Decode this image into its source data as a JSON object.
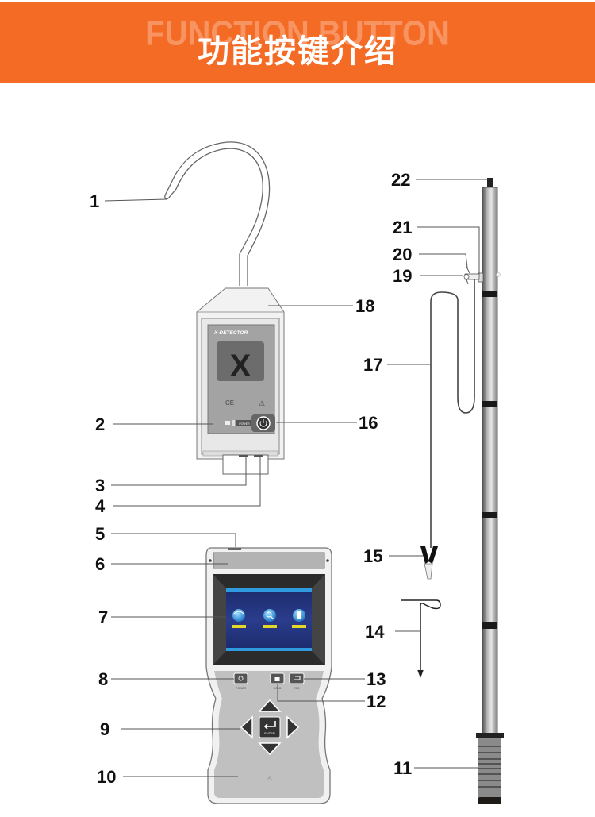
{
  "banner": {
    "background_text": "FUNCTION BUTTON",
    "title": "功能按键介绍",
    "color": "#f46b26"
  },
  "detector": {
    "brand": "X-DETECTOR",
    "logo_letter": "X",
    "cert_mark": "CE",
    "warning_mark": "⚠",
    "power_label": "POWER"
  },
  "handheld": {
    "buttons": {
      "power": "POWER",
      "hold": "HOLD",
      "esc": "ESC",
      "enter": "ENTER"
    },
    "warning_mark": "⚠",
    "screen_icons": [
      "gauge-icon",
      "search-icon",
      "battery-icon"
    ]
  },
  "callouts": [
    {
      "n": "1"
    },
    {
      "n": "2"
    },
    {
      "n": "3"
    },
    {
      "n": "4"
    },
    {
      "n": "5"
    },
    {
      "n": "6"
    },
    {
      "n": "7"
    },
    {
      "n": "8"
    },
    {
      "n": "9"
    },
    {
      "n": "10"
    },
    {
      "n": "11"
    },
    {
      "n": "12"
    },
    {
      "n": "13"
    },
    {
      "n": "14"
    },
    {
      "n": "15"
    },
    {
      "n": "16"
    },
    {
      "n": "17"
    },
    {
      "n": "18"
    },
    {
      "n": "19"
    },
    {
      "n": "20"
    },
    {
      "n": "21"
    },
    {
      "n": "22"
    }
  ]
}
